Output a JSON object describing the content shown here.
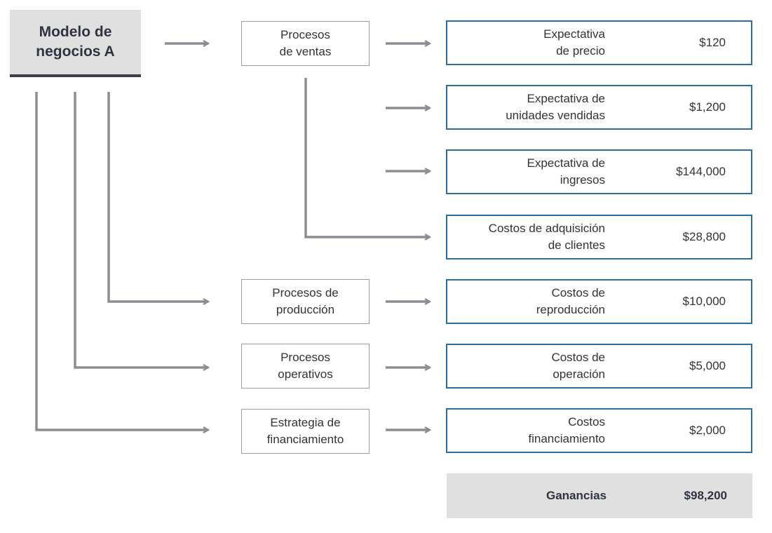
{
  "root": {
    "label": "Modelo de\nnegocios A"
  },
  "processes": [
    {
      "label": "Procesos\nde ventas"
    },
    {
      "label": "Procesos de\nproducción"
    },
    {
      "label": "Procesos\noperativos"
    },
    {
      "label": "Estrategia de\nfinanciamiento"
    }
  ],
  "outputs": [
    {
      "label": "Expectativa\nde precio",
      "value": "$120"
    },
    {
      "label": "Expectativa de\nunidades vendidas",
      "value": "$1,200"
    },
    {
      "label": "Expectativa de\ningresos",
      "value": "$144,000"
    },
    {
      "label": "Costos de adquisición\nde clientes",
      "value": "$28,800"
    },
    {
      "label": "Costos de\nreproducción",
      "value": "$10,000"
    },
    {
      "label": "Costos de\noperación",
      "value": "$5,000"
    },
    {
      "label": "Costos\nfinanciamiento",
      "value": "$2,000"
    }
  ],
  "total": {
    "label": "Ganancias",
    "value": "$98,200"
  },
  "colors": {
    "connector": "#8a8e93",
    "output_border": "#2b6d9b",
    "root_fill": "#e0e0e0",
    "root_underline": "#3a3f4a"
  }
}
